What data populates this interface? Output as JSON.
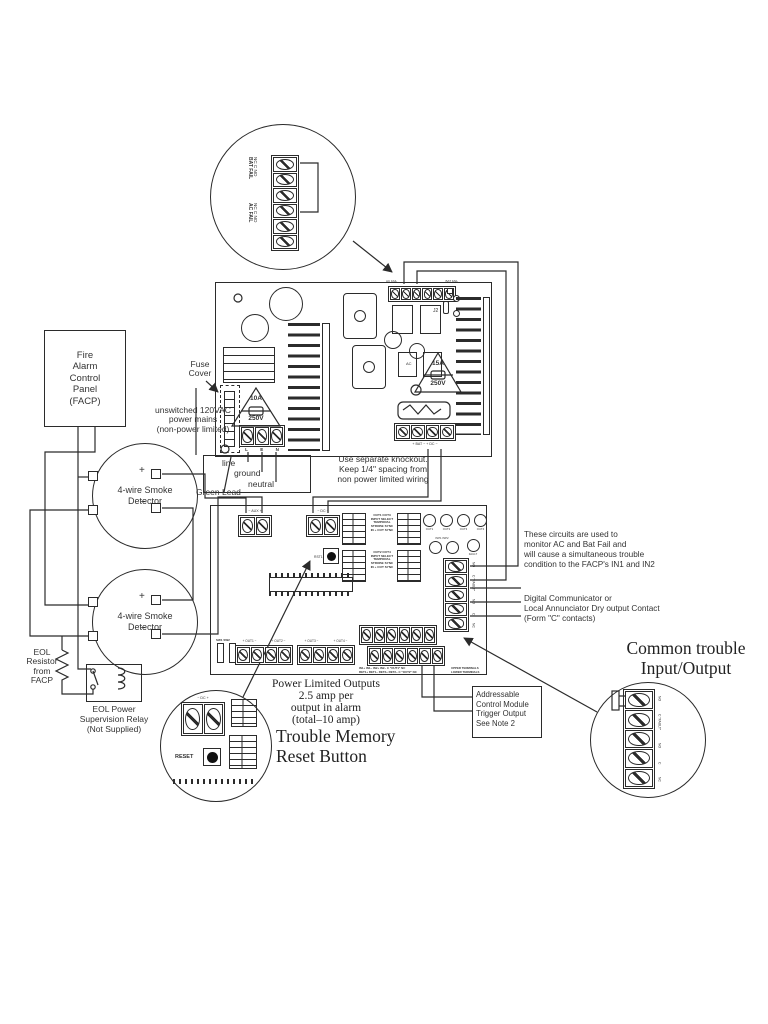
{
  "detail_top": {
    "groups": [
      {
        "name": "BAT FAIL",
        "pins": "NC  C  NO"
      },
      {
        "name": "AC FAIL",
        "pins": "NC  C  NO"
      }
    ]
  },
  "power_board": {
    "strip_left": "AC FAIL",
    "strip_right": "BAT FAIL",
    "j2": "J2",
    "ac": "AC",
    "fuse_small": {
      "amps": "10A",
      "volts": "250V"
    },
    "fuse_large": {
      "amps": "15A",
      "volts": "250V"
    },
    "len": [
      "L",
      "E",
      "N"
    ],
    "batdc": "+ BAT −    + DC −"
  },
  "control_board": {
    "aux": "− AUX +",
    "dc": "− DC +",
    "rst": "RST1",
    "dip1": "OUT1     OUT3\nINPUT SELECT\nTEMPORAL\nSTROBE SYNC\nIN + OUT SYNC",
    "dip2": "OUT2     OUT4\nINPUT SELECT\nTEMPORAL\nSTROBE SYNC\nIN + OUT SYNC",
    "leds": [
      "OUT1",
      "OUT2",
      "OUT3",
      "OUT4"
    ],
    "inps": "INP1 INP2",
    "fault": "FAULT",
    "pins": [
      "NO",
      "C \"FAULT\"",
      "NO",
      "C",
      "NC"
    ],
    "sw": "SW1  SW2",
    "outs": [
      "+ OUT1 −",
      "+ OUT2 −",
      "+ OUT3 −",
      "+ OUT4 −"
    ],
    "row_upper": "IN1+  IN1−   IN2+  IN2−   C \"OUT1\" NC",
    "row_lower": "RET1+ RET1− RET2+ RET2− C \"OUT2\" NC",
    "terminals_upper": "UPPER TERMINALS",
    "terminals_lower": "LOWER TERMINALS"
  },
  "detail_reset": {
    "dc": "− DC +",
    "reset": "RESET"
  },
  "detail_common": {
    "pins": [
      "NO",
      "C \"FAULT\"",
      "NO",
      "C",
      "NC"
    ]
  },
  "callouts": {
    "facp": "Fire\nAlarm\nControl\nPanel\n(FACP)",
    "fuse_cover": "Fuse\nCover",
    "mains": "unswitched 120VAC\npower mains\n(non-power limited)",
    "line": "line",
    "ground": "ground",
    "neutral": "neutral",
    "green_lead": "Green Lead",
    "knockout": "Use separate knockout.\nKeep 1/4\" spacing from\nnon power limited wiring",
    "smoke": "4-wire Smoke\nDetector",
    "eol_resistor": "EOL\nResistor\nfrom\nFACP",
    "eol_relay": "EOL Power\nSupervision Relay\n(Not Supplied)",
    "power_limited": "Power Limited Outputs\n2.5 amp per\noutput in alarm\n(total–10 amp)",
    "trouble_memory": "Trouble Memory\nReset Button",
    "these_circuits": "These circuits are used to\nmonitor AC and Bat Fail and\nwill cause a simultaneous trouble\ncondition to the FACP's IN1 and IN2",
    "digital_comm": "Digital Communicator or\nLocal Annunciator Dry output Contact\n(Form \"C\" contacts)",
    "addressable": "Addressable\nControl Module\nTrigger Output\nSee Note 2",
    "common_trouble": "Common trouble\nInput/Output",
    "plus": "+",
    "minus": "−"
  }
}
